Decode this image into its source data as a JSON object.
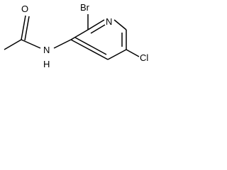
{
  "molecule": {
    "atoms": [
      {
        "id": "br",
        "symbol": "Br"
      },
      {
        "id": "n_ring",
        "symbol": "N"
      },
      {
        "id": "o",
        "symbol": "O"
      },
      {
        "id": "n_amide",
        "symbol": "N"
      },
      {
        "id": "n_amide_h",
        "symbol": "H"
      },
      {
        "id": "cl",
        "symbol": "Cl"
      }
    ]
  },
  "colors": {
    "ink": "#000000",
    "background": "#ffffff"
  }
}
